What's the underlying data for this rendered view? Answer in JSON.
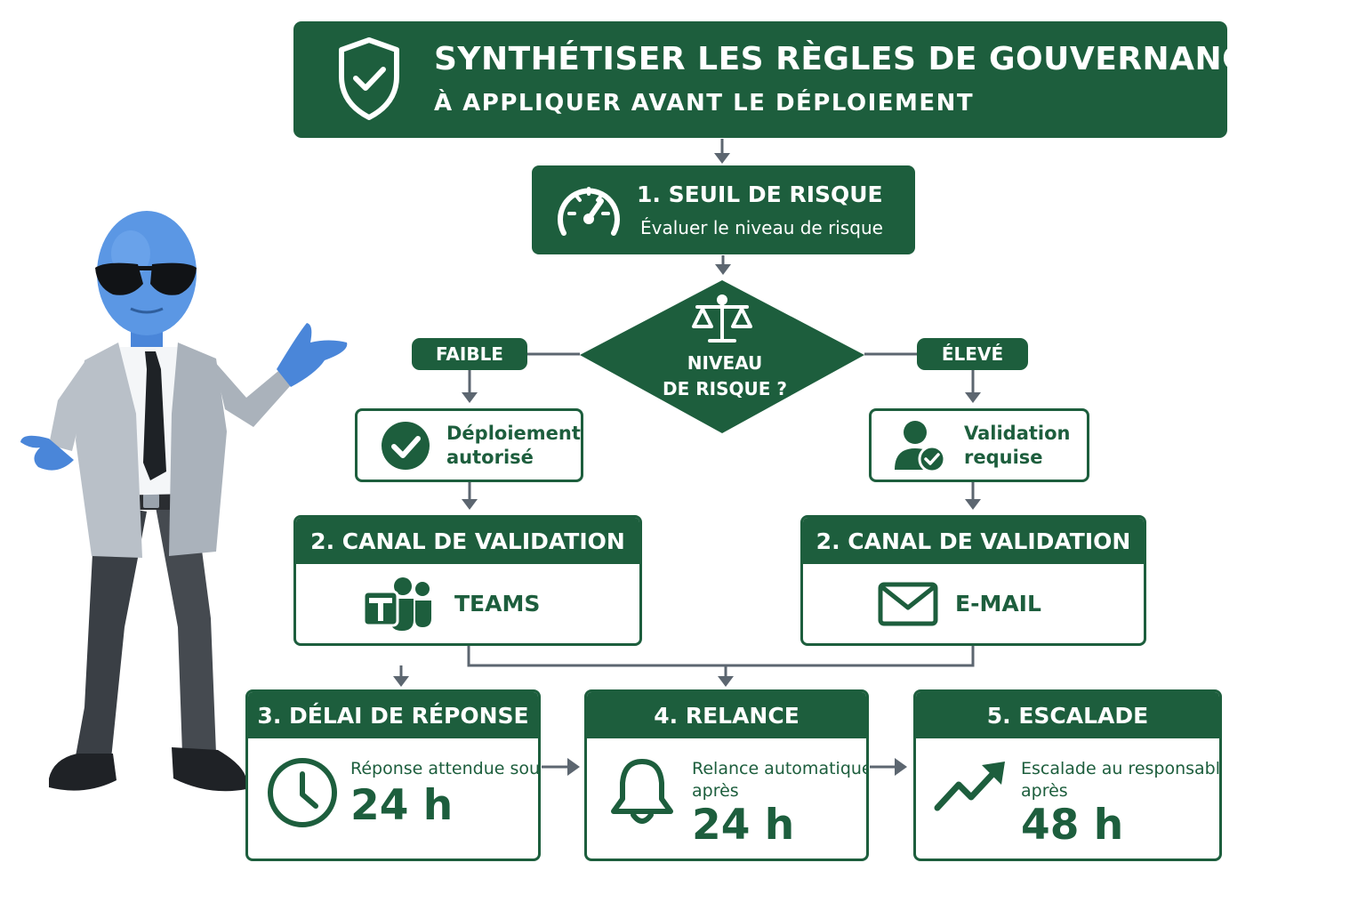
{
  "header": {
    "title": "SYNTHÉTISER LES RÈGLES DE GOUVERNANCE",
    "subtitle": "À APPLIQUER AVANT LE DÉPLOIEMENT",
    "icon": "shield-check-icon"
  },
  "step1": {
    "title": "1. SEUIL DE RISQUE",
    "subtitle": "Évaluer le niveau de risque",
    "icon": "gauge-icon"
  },
  "decision": {
    "label_line1": "NIVEAU",
    "label_line2": "DE RISQUE ?",
    "icon": "scale-icon",
    "branch_low": "FAIBLE",
    "branch_high": "ÉLEVÉ"
  },
  "outcome_low": {
    "line1": "Déploiement",
    "line2": "autorisé",
    "icon": "check-circle-icon"
  },
  "outcome_high": {
    "line1": "Validation",
    "line2": "requise",
    "icon": "user-check-icon"
  },
  "channel_left": {
    "title": "2. CANAL DE VALIDATION",
    "label": "TEAMS",
    "icon": "teams-icon"
  },
  "channel_right": {
    "title": "2. CANAL DE VALIDATION",
    "label": "E-MAIL",
    "icon": "mail-icon"
  },
  "step3": {
    "title": "3. DÉLAI DE RÉPONSE",
    "desc_line1": "Réponse attendue sous",
    "desc_line2": "",
    "value": "24 h",
    "icon": "clock-icon"
  },
  "step4": {
    "title": "4. RELANCE",
    "desc_line1": "Relance automatique",
    "desc_line2": "après",
    "value": "24 h",
    "icon": "bell-icon"
  },
  "step5": {
    "title": "5. ESCALADE",
    "desc_line1": "Escalade au responsable",
    "desc_line2": "après",
    "value": "48 h",
    "icon": "trend-up-icon"
  },
  "colors": {
    "primary": "#1d5e3d",
    "connector": "#5c6670",
    "background": "#ffffff"
  }
}
